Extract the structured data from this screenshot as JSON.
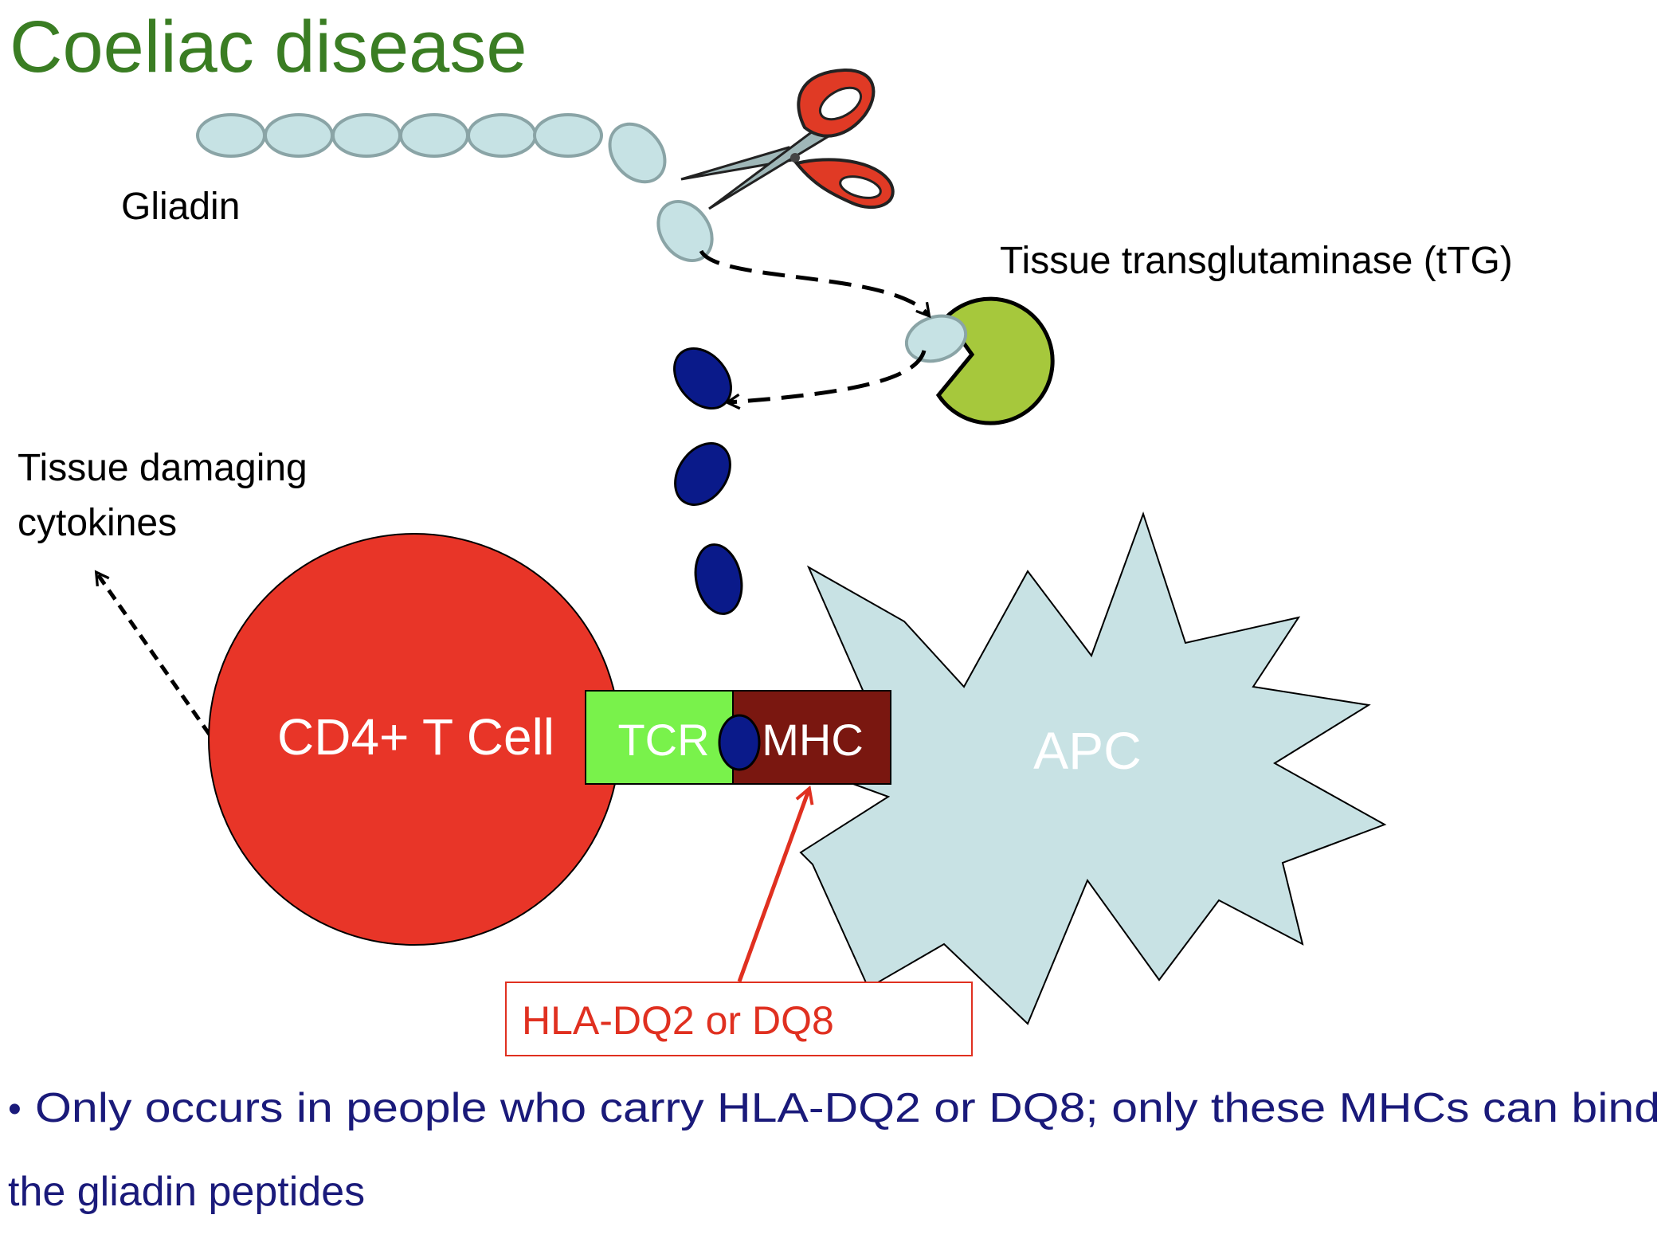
{
  "slide": {
    "title": "Coeliac disease",
    "bullet_marker": "•",
    "bullet_line1": "Only occurs in people who carry HLA-DQ2 or DQ8; only these MHCs can bind",
    "bullet_line2": "the gliadin peptides"
  },
  "labels": {
    "gliadin": "Gliadin",
    "ttg": "Tissue transglutaminase (tTG)",
    "cytokines_line1": "Tissue damaging",
    "cytokines_line2": "cytokines",
    "tcell": "CD4+ T Cell",
    "tcr": "TCR",
    "mhc": "MHC",
    "apc": "APC",
    "hla": "HLA-DQ2 or DQ8"
  },
  "colors": {
    "title": "#3a7d23",
    "body_text": "#1a1a7a",
    "gliadin_fill": "#c6e2e4",
    "gliadin_stroke": "#8aa4a6",
    "peptide_fill": "#0a1a8a",
    "ttg_fill": "#a6c83c",
    "tcell_fill": "#e83528",
    "tcr_fill": "#79f24b",
    "mhc_fill": "#7a1710",
    "apc_fill": "#c8e2e4",
    "hla_red": "#e03020",
    "scissor_red": "#e03a25",
    "scissor_blade": "#9fb7b8"
  },
  "icons": {
    "scissors": "scissors-icon"
  }
}
